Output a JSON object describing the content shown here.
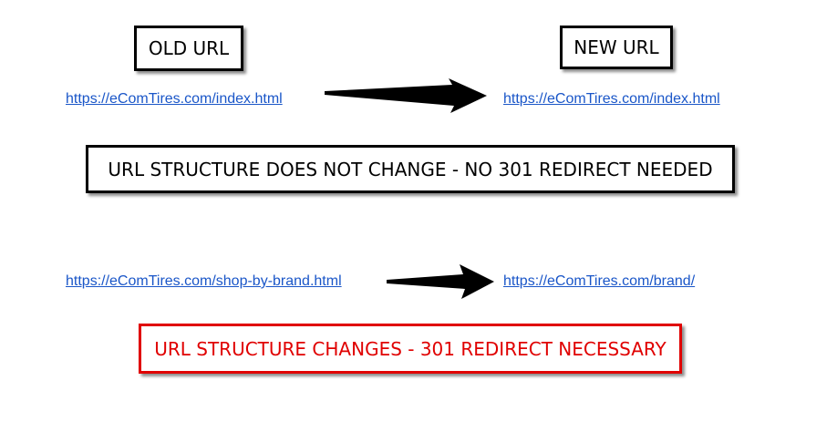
{
  "labels": {
    "old_url": "OLD URL",
    "new_url": "NEW URL"
  },
  "example1": {
    "old_link": "https://eComTires.com/index.html",
    "new_link": "https://eComTires.com/index.html",
    "message": "URL STRUCTURE DOES NOT CHANGE - NO 301 REDIRECT NEEDED"
  },
  "example2": {
    "old_link": "https://eComTires.com/shop-by-brand.html",
    "new_link": "https://eComTires.com/brand/",
    "message": "URL STRUCTURE CHANGES - 301 REDIRECT NECESSARY"
  },
  "colors": {
    "link": "#1a56c8",
    "alert": "#e00000",
    "border": "#000000"
  },
  "icons": {
    "arrow": "right-arrow-icon"
  }
}
